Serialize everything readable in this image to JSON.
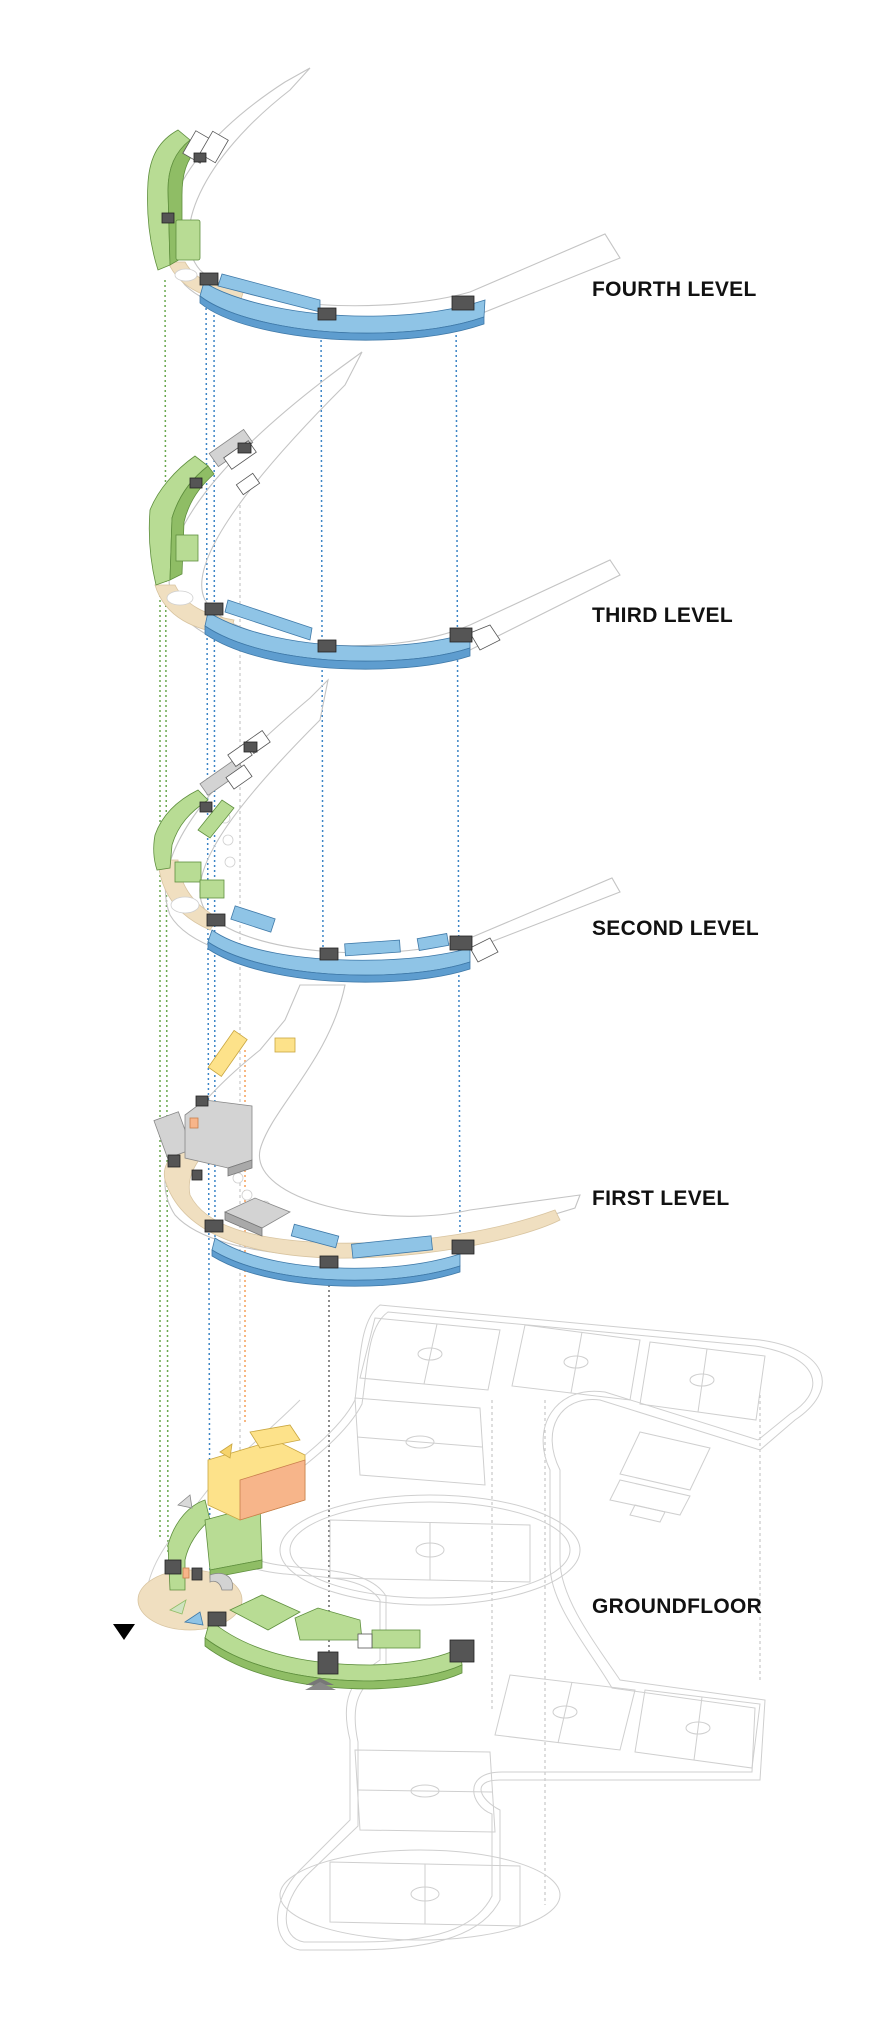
{
  "levels": {
    "fourth": "FOURTH LEVEL",
    "third": "THIRD LEVEL",
    "second": "SECOND LEVEL",
    "first": "FIRST LEVEL",
    "ground": "GROUNDFLOOR"
  },
  "colors": {
    "blue_block": "#8fc4e6",
    "green_block": "#b8dc94",
    "yellow_block": "#fde28a",
    "orange_block": "#f7b58a",
    "gray_block": "#c9c9c9",
    "dark_core": "#4d4d4d",
    "sand_slab": "#f0dfc0",
    "outline": "#bdbdbd",
    "dot_green": "#6aa84f",
    "dot_blue": "#3d85c6",
    "dot_orange": "#f6a05a",
    "dot_gray": "#777777"
  }
}
